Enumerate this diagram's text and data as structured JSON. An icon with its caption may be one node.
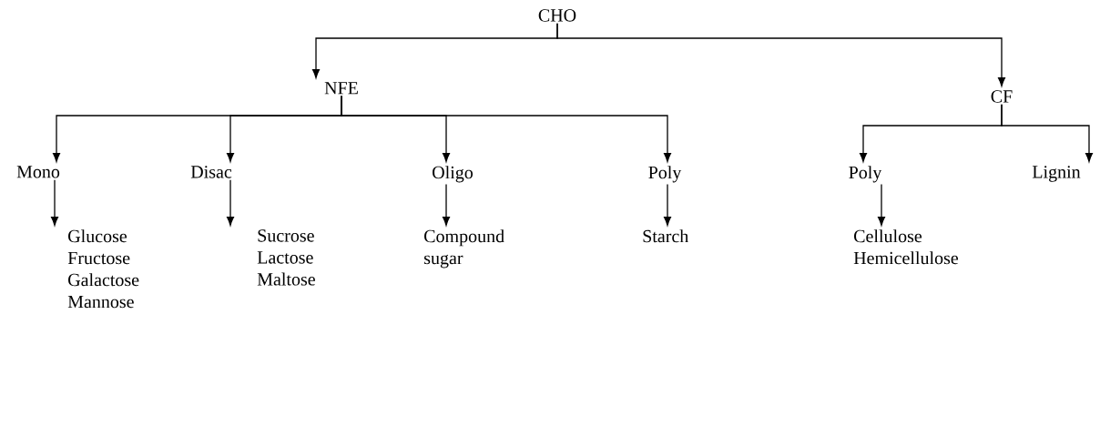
{
  "diagram": {
    "nodes": [
      {
        "text": [
          "CHO"
        ]
      },
      {
        "text": [
          "NFE"
        ]
      },
      {
        "text": [
          "CF"
        ]
      },
      {
        "text": [
          "Mono"
        ]
      },
      {
        "text": [
          "Disac"
        ]
      },
      {
        "text": [
          "Oligo"
        ]
      },
      {
        "text": [
          "Poly"
        ]
      },
      {
        "text": [
          "Poly"
        ]
      },
      {
        "text": [
          "Lignin"
        ]
      },
      {
        "text": [
          "Glucose",
          "Fructose",
          "Galactose",
          "Mannose"
        ]
      },
      {
        "text": [
          "Sucrose",
          "Lactose",
          "Maltose"
        ]
      },
      {
        "text": [
          "Compound sugar"
        ]
      },
      {
        "text": [
          "Starch"
        ]
      },
      {
        "text": [
          "Cellulose",
          "Hemicellulose"
        ]
      }
    ],
    "edges": [
      {
        "from": 0,
        "to": 1,
        "arrow": "to"
      },
      {
        "from": 0,
        "to": 2,
        "arrow": "to"
      },
      {
        "from": 1,
        "to": 3,
        "arrow": "to"
      },
      {
        "from": 1,
        "to": 4,
        "arrow": "to"
      },
      {
        "from": 1,
        "to": 5,
        "arrow": "to"
      },
      {
        "from": 1,
        "to": 6,
        "arrow": "to"
      },
      {
        "from": 2,
        "to": 7,
        "arrow": "to"
      },
      {
        "from": 2,
        "to": 8,
        "arrow": "to"
      },
      {
        "from": 3,
        "to": 9,
        "arrow": "to"
      },
      {
        "from": 4,
        "to": 10,
        "arrow": "to"
      },
      {
        "from": 5,
        "to": 11,
        "arrow": "to"
      },
      {
        "from": 6,
        "to": 12,
        "arrow": "to"
      },
      {
        "from": 7,
        "to": 13,
        "arrow": "to"
      }
    ]
  }
}
